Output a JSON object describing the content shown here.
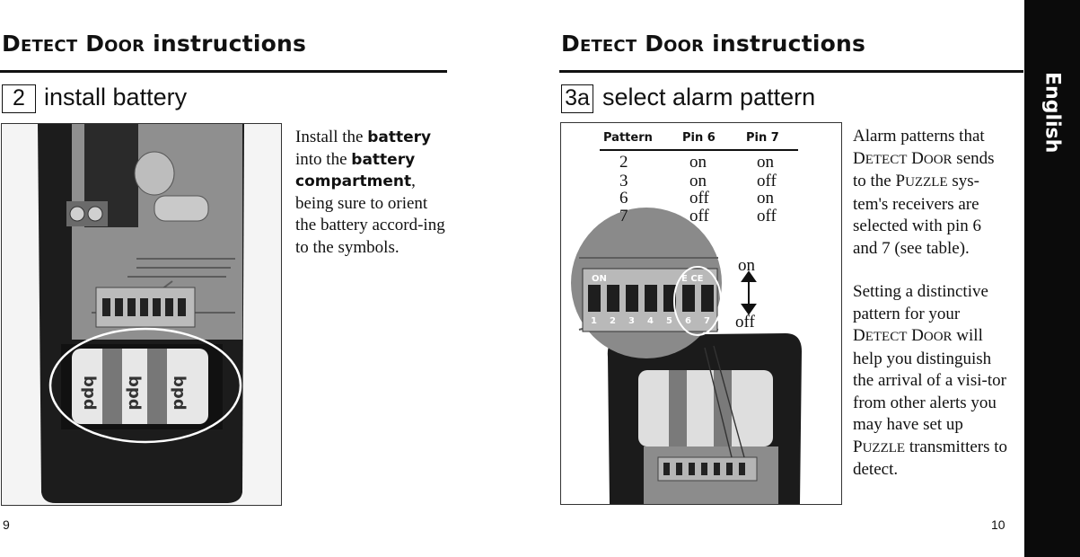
{
  "left_page": {
    "heading": {
      "word1_initial": "D",
      "word1_rest": "ETECT",
      "word2_initial": "D",
      "word2_rest": "OOR",
      "word3": "instructions"
    },
    "step": {
      "number": "2",
      "title": "install battery"
    },
    "body": {
      "t1": "Install the ",
      "b1": "battery",
      "t2": "into the ",
      "b2": "battery compartment",
      "t3": ", being sure to orient the battery accord-ing to the symbols."
    },
    "page_number": "9"
  },
  "right_page": {
    "heading": {
      "word1_initial": "D",
      "word1_rest": "ETECT",
      "word2_initial": "D",
      "word2_rest": "OOR",
      "word3": "instructions"
    },
    "step": {
      "number": "3a",
      "title": "select alarm pattern"
    },
    "table": {
      "headers": [
        "Pattern",
        "Pin 6",
        "Pin 7"
      ],
      "rows": [
        [
          "2",
          "on",
          "on"
        ],
        [
          "3",
          "on",
          "off"
        ],
        [
          "6",
          "off",
          "on"
        ],
        [
          "7",
          "off",
          "off"
        ]
      ]
    },
    "switch_labels": {
      "on": "on",
      "off": "off"
    },
    "body": {
      "p1_a": "Alarm patterns that ",
      "p1_detect_i": "D",
      "p1_detect_r": "ETECT",
      "p1_door_i": "D",
      "p1_door_r": "OOR",
      "p1_b": " sends to the ",
      "p1_puzzle_i": "P",
      "p1_puzzle_r": "UZZLE",
      "p1_c": " sys-tem's receivers are selected with pin 6 and 7 (see table).",
      "p2_a": "Setting a distinctive pattern for your ",
      "p2_detect_i": "D",
      "p2_detect_r": "ETECT",
      "p2_door_i": "D",
      "p2_door_r": "OOR",
      "p2_b": " will help you distinguish the arrival of a visi-tor from other alerts you may have set up ",
      "p2_puzzle_i": "P",
      "p2_puzzle_r": "UZZLE",
      "p2_c": " transmitters to detect."
    },
    "page_number": "10"
  },
  "side_tab": {
    "label": "English"
  },
  "photo_markings": {
    "battery_brand": "bpd",
    "dip_left": "ON",
    "dip_right": "E CE",
    "dip_numbers": [
      "1",
      "2",
      "3",
      "4",
      "5",
      "6",
      "7"
    ]
  },
  "colors": {
    "ink": "#111111",
    "tab": "#0b0b0b",
    "photo_dark": "#2a2a2a",
    "pcb": "#8c8c8c"
  }
}
